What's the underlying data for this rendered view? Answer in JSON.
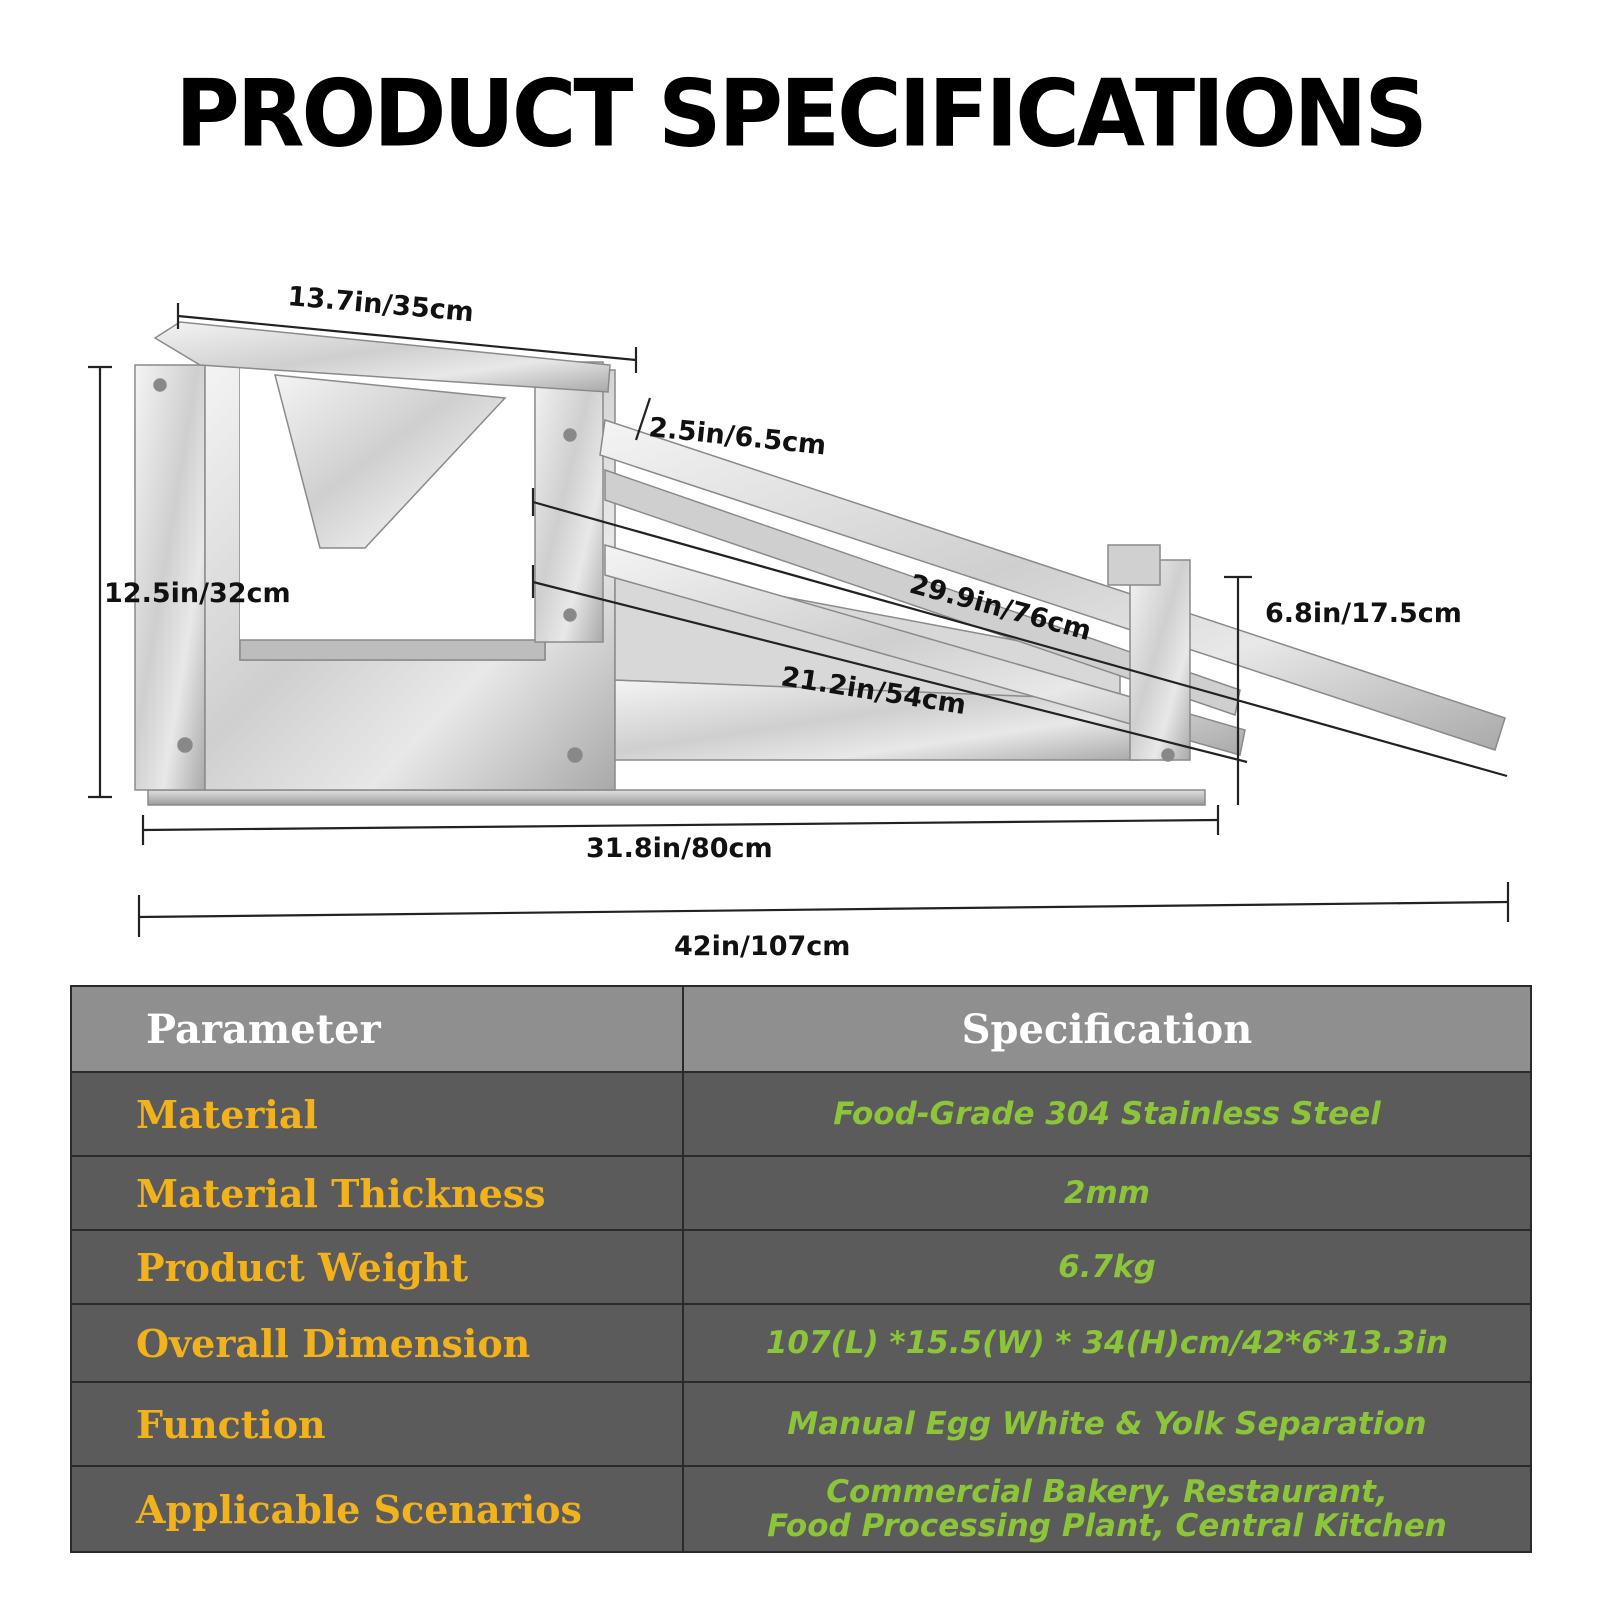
{
  "title": "PRODUCT SPECIFICATIONS",
  "dimensions": {
    "top_length": "13.7in/35cm",
    "rail_gap": "2.5in/6.5cm",
    "height": "12.5in/32cm",
    "long_rail": "29.9in/76cm",
    "end_height": "6.8in/17.5cm",
    "short_rail": "21.2in/54cm",
    "base_length": "31.8in/80cm",
    "overall_length": "42in/107cm"
  },
  "table": {
    "headers": {
      "parameter": "Parameter",
      "specification": "Specification"
    },
    "rows": [
      {
        "parameter": "Material",
        "spec": "Food-Grade 304 Stainless Steel",
        "spec2": ""
      },
      {
        "parameter": "Material Thickness",
        "spec": "2mm",
        "spec2": ""
      },
      {
        "parameter": "Product Weight",
        "spec": "6.7kg",
        "spec2": ""
      },
      {
        "parameter": "Overall Dimension",
        "spec": "107(L) *15.5(W) * 34(H)cm/42*6*13.3in",
        "spec2": ""
      },
      {
        "parameter": "Function",
        "spec": "Manual Egg White & Yolk Separation",
        "spec2": ""
      },
      {
        "parameter": "Applicable Scenarios",
        "spec": "Commercial Bakery, Restaurant,",
        "spec2": "Food Processing Plant, Central Kitchen"
      }
    ]
  },
  "colors": {
    "header_bg": "#8f8f8f",
    "row_bg": "#5b5b5b",
    "parameter_text": "#f2b21c",
    "spec_text": "#8cc43a"
  }
}
